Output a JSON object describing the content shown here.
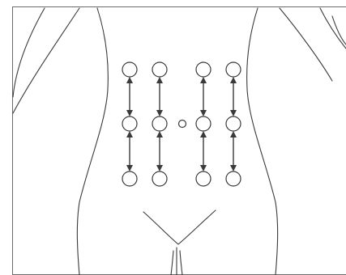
{
  "diagram": {
    "subject": "abdomen-front-outline",
    "rows": 3,
    "columns": 4,
    "arrow_style": "double-headed",
    "center_marker": "small-circle",
    "colors": {
      "line": "#3a3a3a",
      "background": "#ffffff",
      "frame": "#6a6a6a"
    }
  }
}
